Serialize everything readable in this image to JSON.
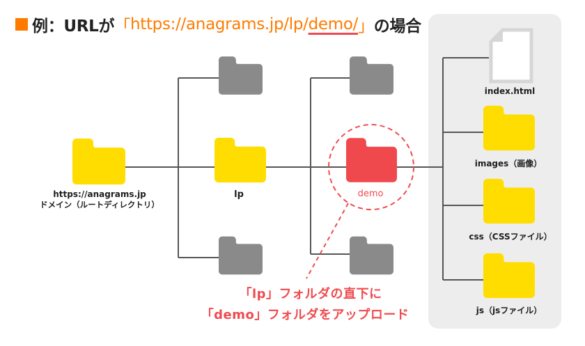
{
  "title": {
    "prefix": "例：URLが",
    "open_bracket": "「",
    "url_base": "https://anagrams.jp/lp/",
    "url_highlight": "demo/",
    "close_bracket": "」",
    "suffix": "の場合",
    "marker_color": "#ff7b00",
    "url_color": "#ff7b00",
    "highlight_underline_color": "#ef4b4f"
  },
  "colors": {
    "folder_yellow": "#ffdd00",
    "folder_gray": "#8a8a8a",
    "folder_red": "#f0494d",
    "line": "#555555",
    "panel": "#ededed",
    "accent_red": "#ef4b4f"
  },
  "tree": {
    "root": {
      "label_line1": "https://anagrams.jp",
      "label_line2": "ドメイン（ルートディレクトリ）",
      "icon": "folder-icon"
    },
    "level1": {
      "label": "lp",
      "icon": "folder-icon"
    },
    "level2": {
      "label": "demo",
      "icon": "folder-icon",
      "highlighted": true
    },
    "demo_contents": [
      {
        "label": "index.html",
        "icon": "file-icon"
      },
      {
        "label": "images（画像）",
        "icon": "folder-icon"
      },
      {
        "label": "css（CSSファイル）",
        "icon": "folder-icon"
      },
      {
        "label": "js（jsファイル）",
        "icon": "folder-icon"
      }
    ]
  },
  "annotation": {
    "line1": "「lp」フォルダの直下に",
    "line2": "「demo」フォルダをアップロード"
  }
}
